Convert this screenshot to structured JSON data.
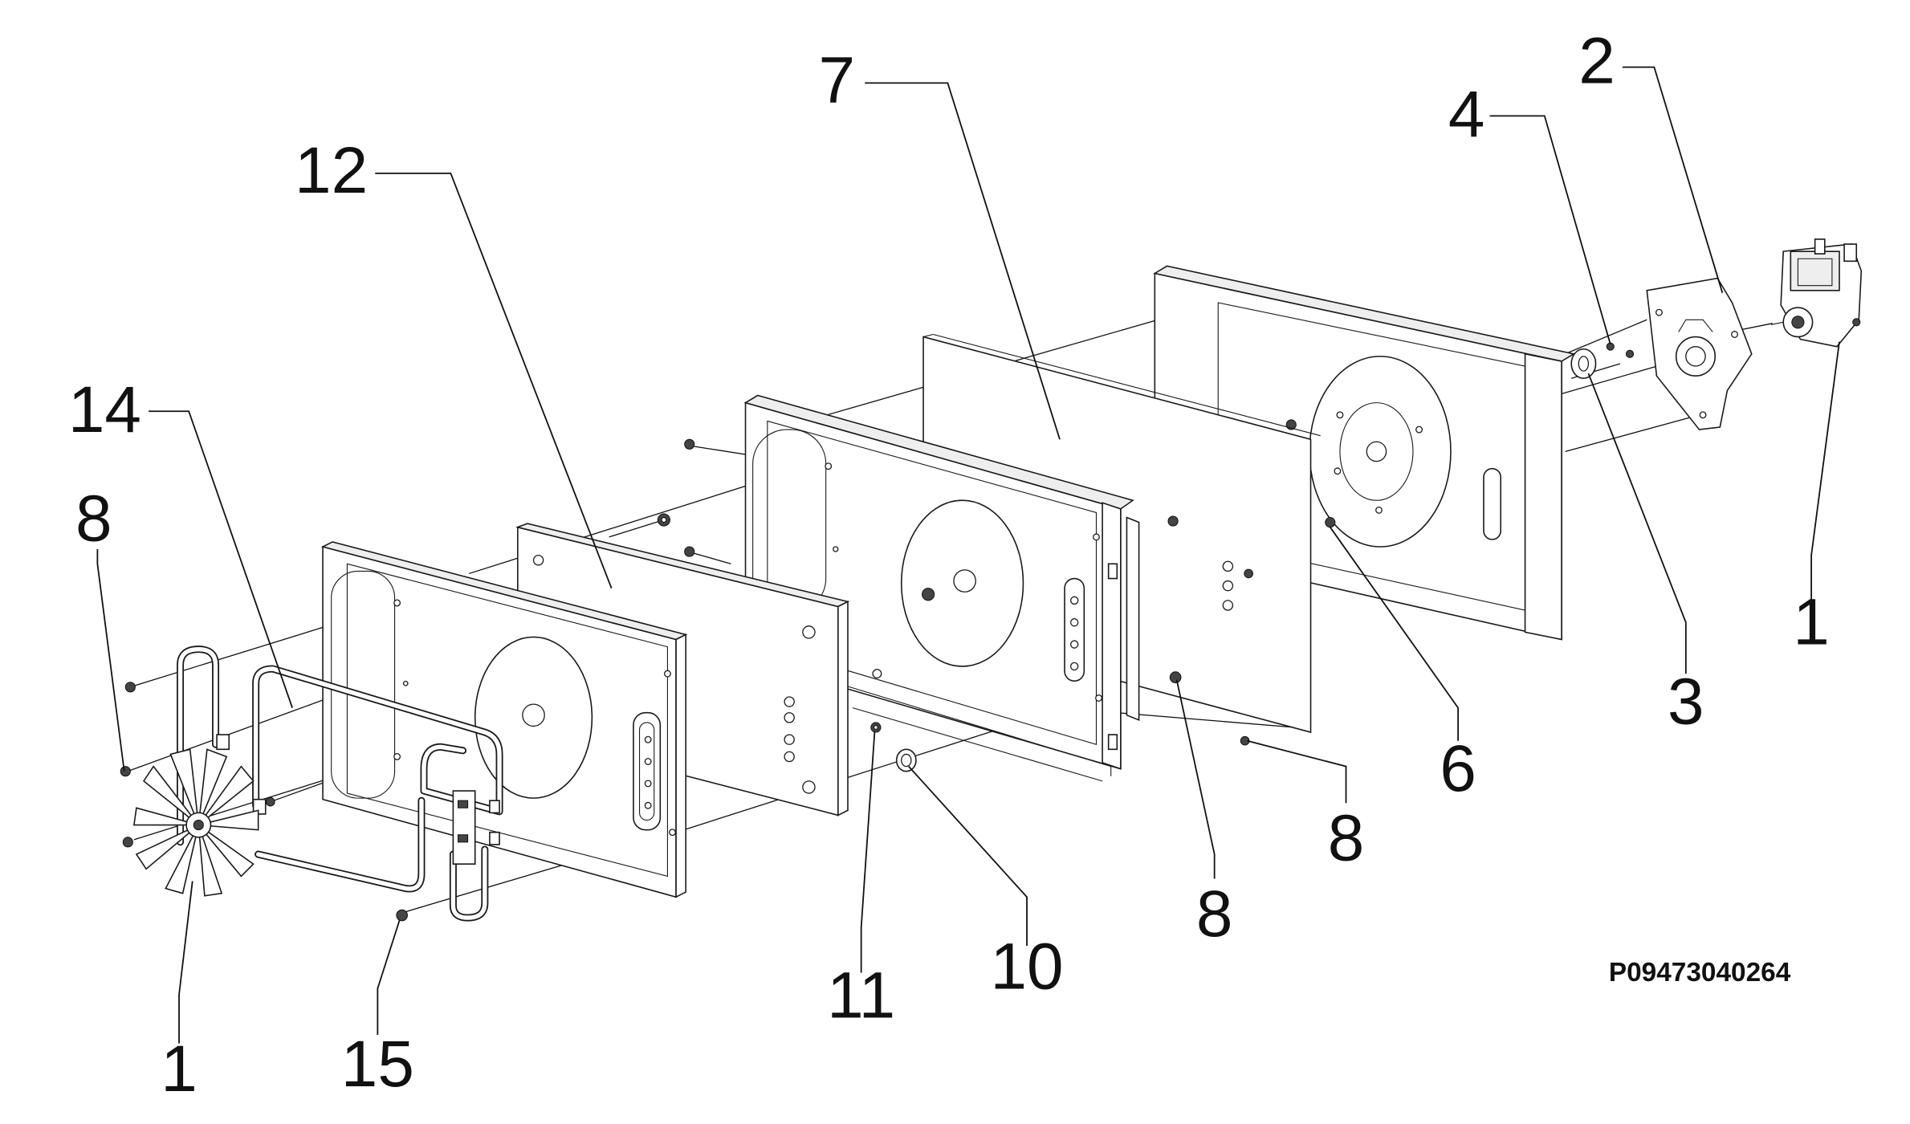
{
  "drawing_code": "P09473040264",
  "callouts": [
    {
      "id": "c1a",
      "label": "1"
    },
    {
      "id": "c1b",
      "label": "1"
    },
    {
      "id": "c2",
      "label": "2"
    },
    {
      "id": "c3",
      "label": "3"
    },
    {
      "id": "c4",
      "label": "4"
    },
    {
      "id": "c6",
      "label": "6"
    },
    {
      "id": "c7",
      "label": "7"
    },
    {
      "id": "c8a",
      "label": "8"
    },
    {
      "id": "c8b",
      "label": "8"
    },
    {
      "id": "c8c",
      "label": "8"
    },
    {
      "id": "c10",
      "label": "10"
    },
    {
      "id": "c11",
      "label": "11"
    },
    {
      "id": "c12",
      "label": "12"
    },
    {
      "id": "c14",
      "label": "14"
    },
    {
      "id": "c15",
      "label": "15"
    }
  ]
}
